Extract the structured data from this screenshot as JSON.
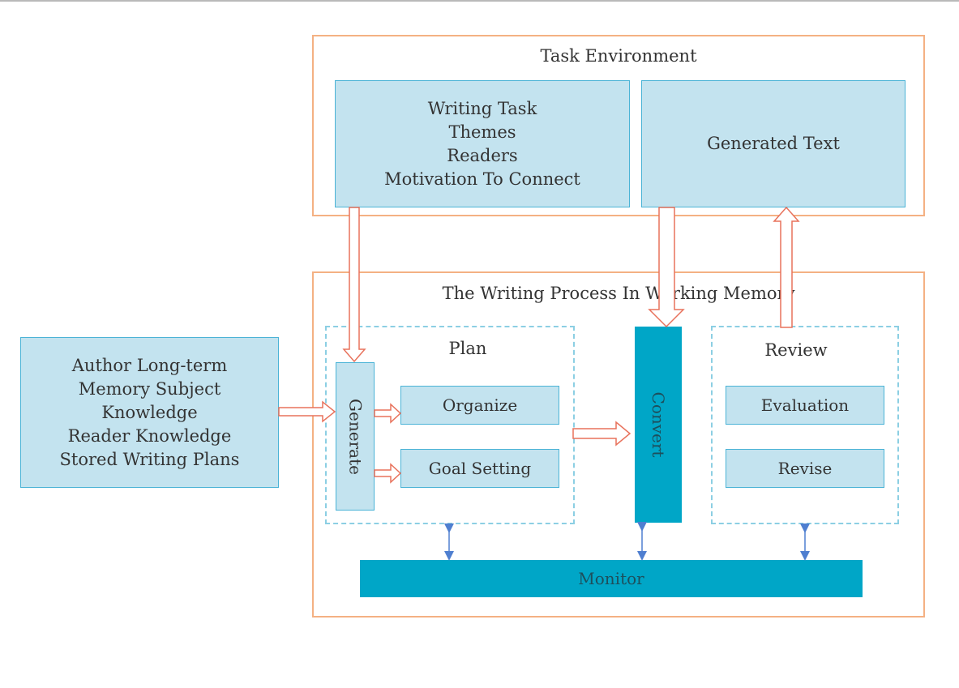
{
  "task_environment": {
    "title": "Task Environment",
    "writing_task_lines": [
      "Writing Task",
      "Themes",
      "Readers",
      "Motivation To Connect"
    ],
    "generated_text": "Generated Text"
  },
  "long_term_memory": {
    "lines": [
      "Author Long-term",
      "Memory Subject",
      "Knowledge",
      "Reader Knowledge",
      "Stored Writing Plans"
    ]
  },
  "working_memory": {
    "title": "The Writing Process In Working Memory",
    "plan": {
      "title": "Plan",
      "generate": "Generate",
      "organize": "Organize",
      "goal_setting": "Goal Setting"
    },
    "convert": "Convert",
    "review": {
      "title": "Review",
      "evaluation": "Evaluation",
      "revise": "Revise"
    },
    "monitor": "Monitor"
  },
  "colors": {
    "frame": "#f4b183",
    "box_fill": "#c3e3ef",
    "box_border": "#4ab3d6",
    "teal": "#00a6c7",
    "dashed": "#8ccfe3",
    "arrow_outline": "#e8725c",
    "double_arrow": "#4f7fd0"
  }
}
